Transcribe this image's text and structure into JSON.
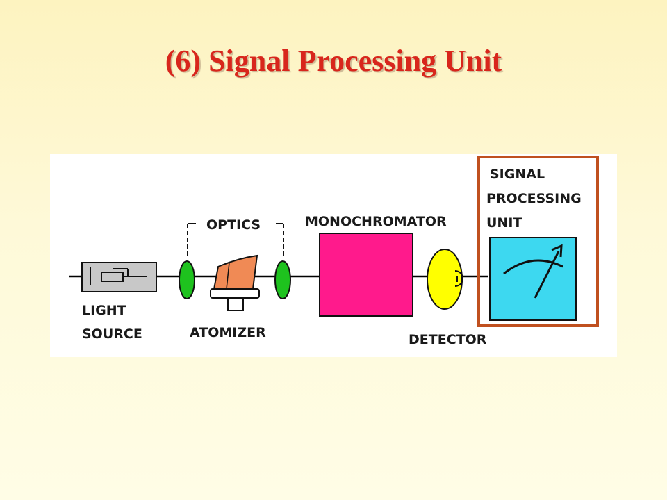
{
  "slide": {
    "title": "(6) Signal Processing Unit"
  },
  "colors": {
    "title": "#d8261c",
    "highlight_frame": "#c0501f",
    "light_source": "#c8c8c8",
    "optics_lens": "#1ec21e",
    "atomizer": "#f08a55",
    "monochromator": "#ff1a8c",
    "detector": "#ffff00",
    "signal_unit": "#3dd8f0"
  },
  "diagram": {
    "labels": {
      "light_source_line1": "LIGHT",
      "light_source_line2": "SOURCE",
      "optics": "OPTICS",
      "atomizer": "ATOMIZER",
      "monochromator": "MONOCHROMATOR",
      "detector": "DETECTOR",
      "signal_line1": "SIGNAL",
      "signal_line2": "PROCESSING",
      "signal_line3": "UNIT"
    },
    "icons": {
      "light_source": "lamp-icon",
      "lens": "lens-icon",
      "atomizer": "burner-icon",
      "monochromator": "monochromator-icon",
      "detector": "detector-icon",
      "signal_unit": "meter-icon"
    }
  }
}
